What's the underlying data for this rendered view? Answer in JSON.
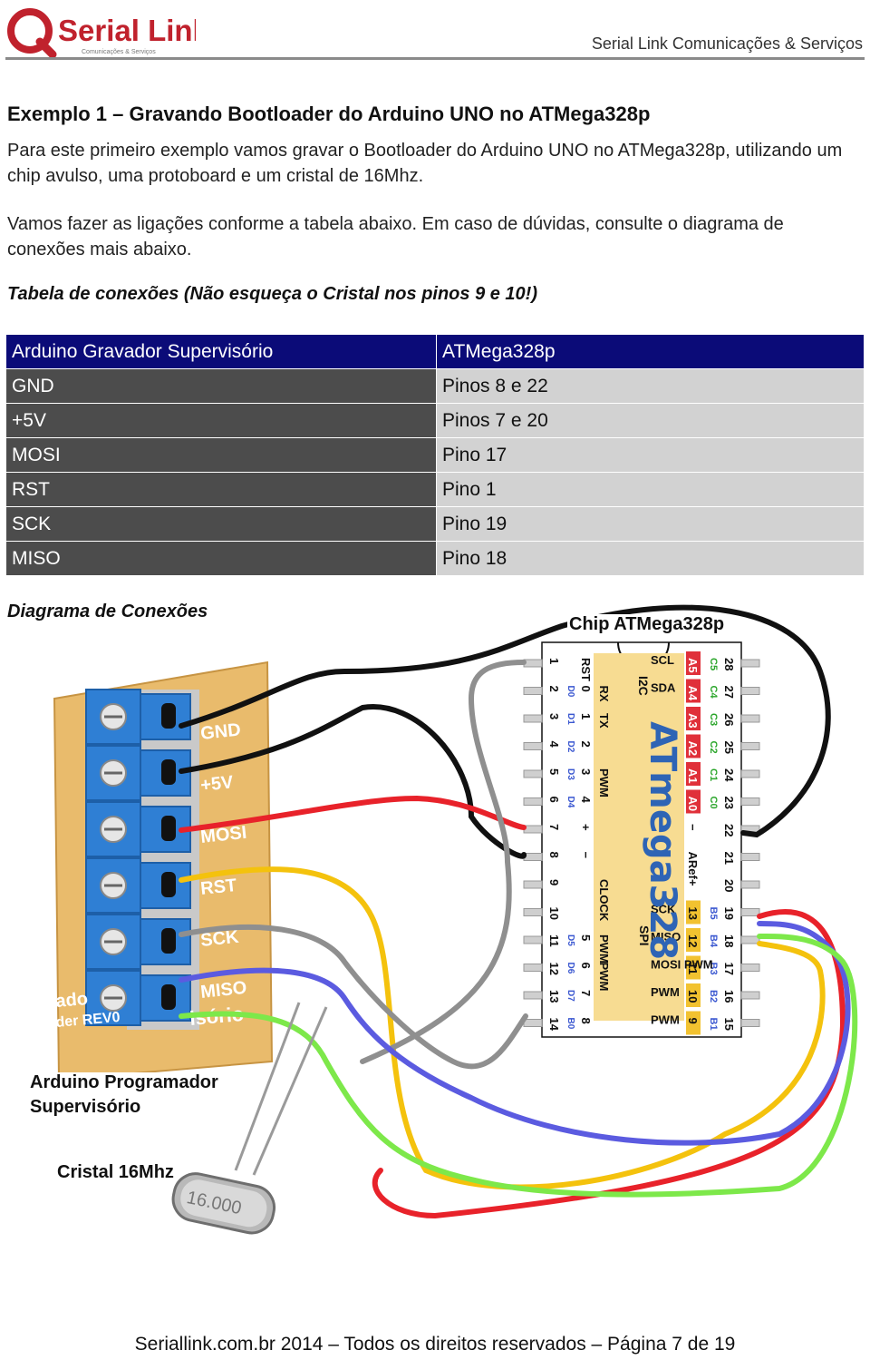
{
  "header": {
    "logo_text": "Serial Link",
    "logo_subtext": "Comunicações & Serviços",
    "right_text": "Serial Link Comunicações & Serviços"
  },
  "section": {
    "title": "Exemplo 1 – Gravando Bootloader do Arduino UNO no ATMega328p",
    "para1": "Para este primeiro exemplo vamos gravar o Bootloader do Arduino UNO no ATMega328p, utilizando um chip avulso, uma protoboard e um cristal de 16Mhz.",
    "para2": "Vamos fazer as ligações conforme a tabela abaixo. Em caso de dúvidas, consulte o diagrama de conexões mais abaixo.",
    "table_caption": "Tabela de conexões (Não esqueça o Cristal nos pinos 9 e 10!)"
  },
  "table": {
    "headers": [
      "Arduino Gravador Supervisório",
      "ATMega328p"
    ],
    "rows": [
      [
        "GND",
        "Pinos 8 e 22"
      ],
      [
        "+5V",
        "Pinos 7 e 20"
      ],
      [
        "MOSI",
        "Pino 17"
      ],
      [
        "RST",
        "Pino 1"
      ],
      [
        "SCK",
        "Pino 19"
      ],
      [
        "MISO",
        "Pino 18"
      ]
    ]
  },
  "diagram": {
    "caption": "Diagrama de Conexões",
    "chip_label": "Chip ATMega328p",
    "board_label_line1": "Arduino Programador",
    "board_label_line2": "Supervisório",
    "crystal_label": "Cristal 16Mhz",
    "crystal_marking": "16.000",
    "chip_name": "ATmega328",
    "terminal_labels": [
      "GND",
      "+5V",
      "MOSI",
      "RST",
      "SCK",
      "MISO"
    ],
    "board_text": [
      "ado",
      "der REV0",
      "isório"
    ],
    "left_pins": [
      "1",
      "2",
      "3",
      "4",
      "5",
      "6",
      "7",
      "8",
      "9",
      "10",
      "11",
      "12",
      "13",
      "14"
    ],
    "right_pins": [
      "28",
      "27",
      "26",
      "25",
      "24",
      "23",
      "22",
      "21",
      "20",
      "19",
      "18",
      "17",
      "16",
      "15"
    ],
    "left_fn": [
      "RST",
      "0",
      "1",
      "2",
      "3",
      "4",
      "+",
      "−",
      "",
      "",
      "5",
      "6",
      "7",
      "8"
    ],
    "left_port": [
      "",
      "D0",
      "D1",
      "D2",
      "D3",
      "D4",
      "",
      "",
      "",
      "",
      "D5",
      "D6",
      "D7",
      "B0"
    ],
    "left_extra": [
      "",
      "RX",
      "TX",
      "",
      "PWM",
      "",
      "",
      "",
      "CLOCK",
      "",
      "PWM",
      "PWM",
      "",
      ""
    ],
    "right_fn": [
      "A5",
      "A4",
      "A3",
      "A2",
      "A1",
      "A0",
      "−",
      "ARef",
      "+",
      "13",
      "12",
      "11",
      "10",
      "9"
    ],
    "right_port": [
      "C5",
      "C4",
      "C3",
      "C2",
      "C1",
      "C0",
      "",
      "",
      "",
      "B5",
      "B4",
      "B3",
      "B2",
      "B1"
    ],
    "right_extra": [
      "SCL",
      "SDA",
      "",
      "",
      "",
      "",
      "",
      "",
      "",
      "SCK",
      "MISO",
      "MOSI PWM",
      "PWM",
      "PWM"
    ],
    "i2c_label": "I2C",
    "spi_label": "SPI",
    "colors": {
      "black": "#111111",
      "red": "#e8222a",
      "yellow": "#f4c20d",
      "gray": "#8f8f8f",
      "blue": "#5b5be0",
      "green": "#7de84a",
      "terminal": "#2f7fd4",
      "pcb": "#e8b867",
      "red_pins": "#e0303a",
      "green_pins": "#2aa52a",
      "blue_pins": "#3a57d0",
      "yellow_pins": "#f2c230"
    }
  },
  "footer": {
    "text": "Seriallink.com.br 2014 – Todos os direitos reservados – Página 7 de 19"
  }
}
